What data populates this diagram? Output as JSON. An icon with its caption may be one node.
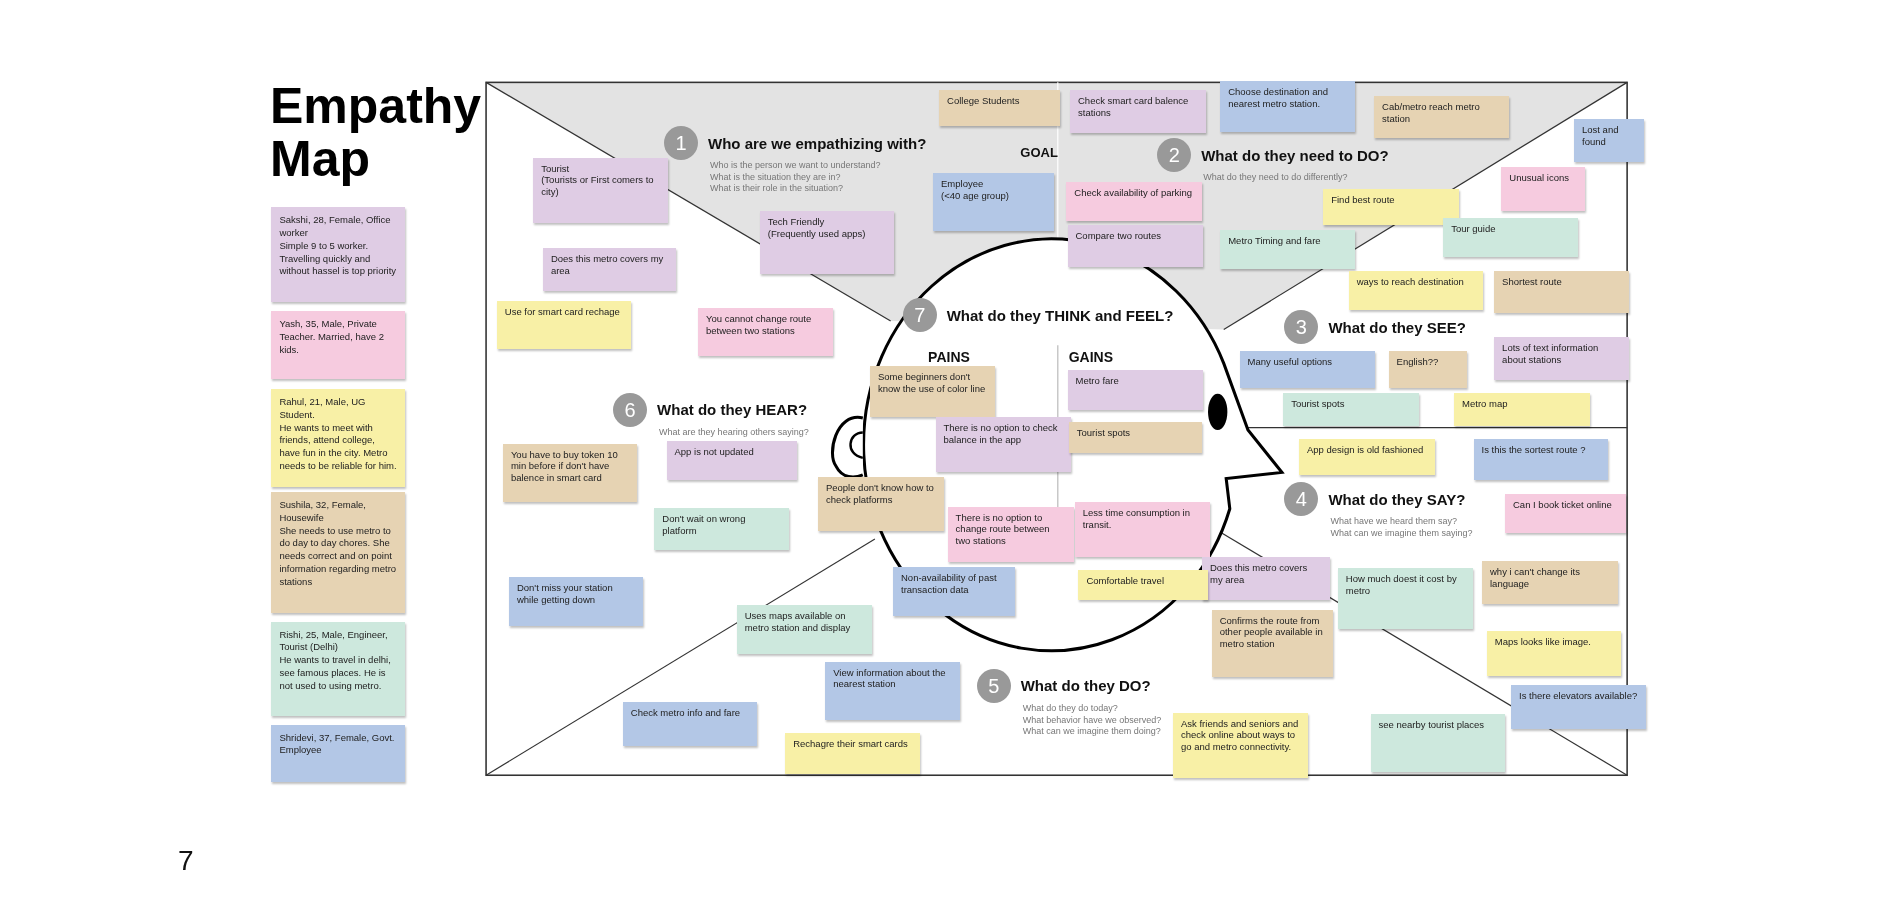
{
  "diagram": {
    "title": "Empathy Map",
    "nodes": [
      {
        "text": [
          "Sakshi, 28, Female, Office worker",
          "Simple 9 to 5 worker. Travelling quickly and without hassel is top priority"
        ]
      },
      {
        "text": [
          "Yash, 35, Male, Private Teacher. Married, have 2 kids."
        ]
      },
      {
        "text": [
          "Rahul, 21, Male, UG Student.",
          "He wants to meet with friends, attend college, have fun in the city. Metro needs to be reliable for him."
        ]
      },
      {
        "text": [
          "Sushila, 32, Female, Housewife",
          "She needs to use metro to do day to day chores. She needs correct and on point information regarding metro stations"
        ]
      },
      {
        "text": [
          "Rishi, 25, Male, Engineer, Tourist (Delhi)",
          "He wants to travel in delhi, see famous places. He is not used to using metro."
        ]
      },
      {
        "text": [
          "Shridevi, 37, Female, Govt. Employee"
        ]
      },
      {
        "text": [
          "1",
          "Who are we empathizing with?",
          "Who is the person we want to understand?",
          "What is the situation they are in?",
          "What is their role in the situation?"
        ]
      },
      {
        "text": [
          "2",
          "What do they need to DO?",
          "What do they need to do differently?"
        ]
      },
      {
        "text": [
          "3",
          "What do they SEE?"
        ]
      },
      {
        "text": [
          "4",
          "What do they SAY?",
          "What have we heard them say?",
          "What can we imagine them saying?"
        ]
      },
      {
        "text": [
          "5",
          "What do they DO?",
          "What do they do today?",
          "What behavior have we observed?",
          "What can we imagine them doing?"
        ]
      },
      {
        "text": [
          "6",
          "What do they HEAR?",
          "What are they hearing others saying?"
        ]
      },
      {
        "text": [
          "7",
          "What do they THINK and FEEL?",
          "PAINS",
          "GAINS"
        ]
      },
      {
        "text": [
          "Tourist",
          "(Tourists or First comers to city)"
        ]
      },
      {
        "text": [
          "College Students"
        ]
      },
      {
        "text": [
          "Check smart card balence stations"
        ]
      },
      {
        "text": [
          "Choose destination and nearest metro station."
        ]
      },
      {
        "text": [
          "Cab/metro reach metro station"
        ]
      },
      {
        "text": [
          "Lost and found"
        ]
      },
      {
        "text": [
          "Employee",
          "(<40 age group)"
        ]
      },
      {
        "text": [
          "Tech Friendly",
          "(Frequently used apps)"
        ]
      },
      {
        "text": [
          "Check availability of parking"
        ]
      },
      {
        "text": [
          "Find best route"
        ]
      },
      {
        "text": [
          "Unusual icons"
        ]
      },
      {
        "text": [
          "Does this metro covers my area"
        ]
      },
      {
        "text": [
          "Compare two routes"
        ]
      },
      {
        "text": [
          "Metro Timing and fare"
        ]
      },
      {
        "text": [
          "Tour guide"
        ]
      },
      {
        "text": [
          "ways to reach destination"
        ]
      },
      {
        "text": [
          "Shortest route"
        ]
      },
      {
        "text": [
          "Use for smart card rechage"
        ]
      },
      {
        "text": [
          "You cannot change route between two stations"
        ]
      },
      {
        "text": [
          "Many useful options"
        ]
      },
      {
        "text": [
          "English??"
        ]
      },
      {
        "text": [
          "Lots of text information about stations"
        ]
      },
      {
        "text": [
          "Tourist spots"
        ]
      },
      {
        "text": [
          "Metro map"
        ]
      },
      {
        "text": [
          "Some beginners don't know the use of color line"
        ]
      },
      {
        "text": [
          "Metro fare"
        ]
      },
      {
        "text": [
          "App is not updated"
        ]
      },
      {
        "text": [
          "There is no option to check balance in the app"
        ]
      },
      {
        "text": [
          "Tourist spots"
        ]
      },
      {
        "text": [
          "You have to buy token 10 min before if don't have balence in smart card"
        ]
      },
      {
        "text": [
          "People don't know how to check platforms"
        ]
      },
      {
        "text": [
          "App design is old fashioned"
        ]
      },
      {
        "text": [
          "Is this the sortest route ?"
        ]
      },
      {
        "text": [
          "There is no option to change route between two stations"
        ]
      },
      {
        "text": [
          "Less time consumption in transit."
        ]
      },
      {
        "text": [
          "Does this metro covers my area"
        ]
      },
      {
        "text": [
          "Can I book ticket online"
        ]
      },
      {
        "text": [
          "Don't wait on wrong platform"
        ]
      },
      {
        "text": [
          "Non-availability of past transaction data"
        ]
      },
      {
        "text": [
          "Comfortable travel"
        ]
      },
      {
        "text": [
          "How much doest it cost by metro"
        ]
      },
      {
        "text": [
          "why i can't change its language"
        ]
      },
      {
        "text": [
          "Don't miss your station while getting down"
        ]
      },
      {
        "text": [
          "Confirms the route from other people available in metro station"
        ]
      },
      {
        "text": [
          "Uses maps available on metro station and display"
        ]
      },
      {
        "text": [
          "Maps looks like image."
        ]
      },
      {
        "text": [
          "View information about the nearest station"
        ]
      },
      {
        "text": [
          "Is there elevators available?"
        ]
      },
      {
        "text": [
          "Check metro info and fare"
        ]
      },
      {
        "text": [
          "see nearby tourist places"
        ]
      },
      {
        "text": [
          "Rechagre their smart cards"
        ]
      },
      {
        "text": [
          "Ask friends and seniors and check online about ways to go and metro connectivity."
        ]
      }
    ],
    "labels": [
      "GOAL",
      "7"
    ]
  }
}
